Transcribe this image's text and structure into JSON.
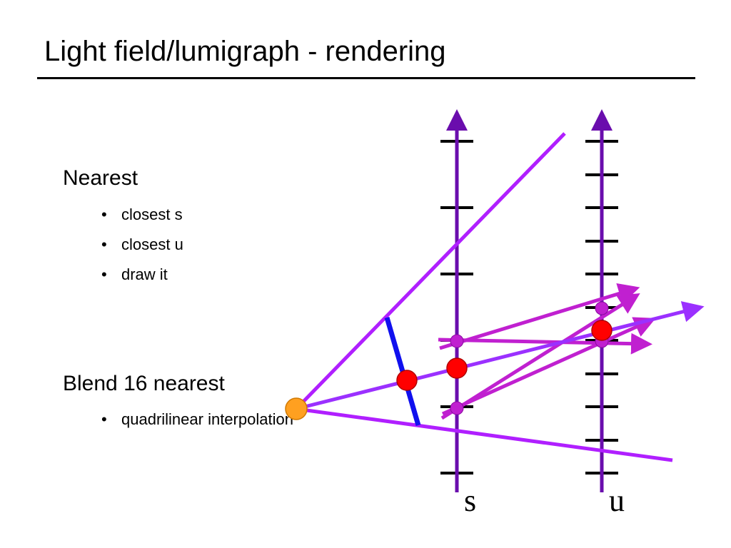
{
  "slide": {
    "title": "Light field/lumigraph - rendering"
  },
  "sections": [
    {
      "heading": "Nearest",
      "bullets": [
        "closest s",
        "closest u",
        "draw it"
      ]
    },
    {
      "heading": "Blend 16 nearest",
      "bullets": [
        "quadrilinear interpolation"
      ]
    }
  ],
  "diagram": {
    "axis_labels": {
      "s": "s",
      "u": "u"
    },
    "colors": {
      "axis": "#6a0dad",
      "ray": "#b01fff",
      "interp_ray": "#c020d0",
      "image_plane": "#1010ee",
      "nearest_sample": "#ff0000",
      "camera": "#ffa020",
      "tick": "#000000"
    }
  }
}
